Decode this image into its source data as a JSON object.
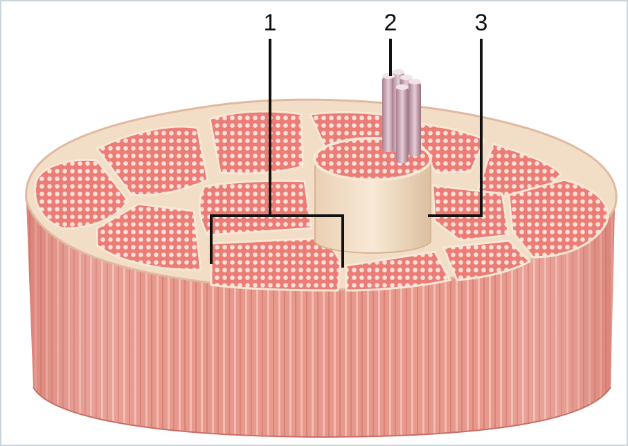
{
  "labels": [
    {
      "id": "label-1",
      "text": "1"
    },
    {
      "id": "label-2",
      "text": "2"
    },
    {
      "id": "label-3",
      "text": "3"
    }
  ],
  "colors": {
    "border": "#c8d4dc",
    "side_base": "#e8998e",
    "side_stripe": "#f4bcb2",
    "side_shadow": "#d0776c",
    "top_base": "#f2ddc6",
    "fascicle_fill": "#ec7d76",
    "fiber_dot": "#fbe1d9",
    "tube_body": "#f3dbc0",
    "tube_shadow": "#e4c3a3",
    "fiber_strand": "#c9a3b0",
    "leader_line": "#111111"
  }
}
